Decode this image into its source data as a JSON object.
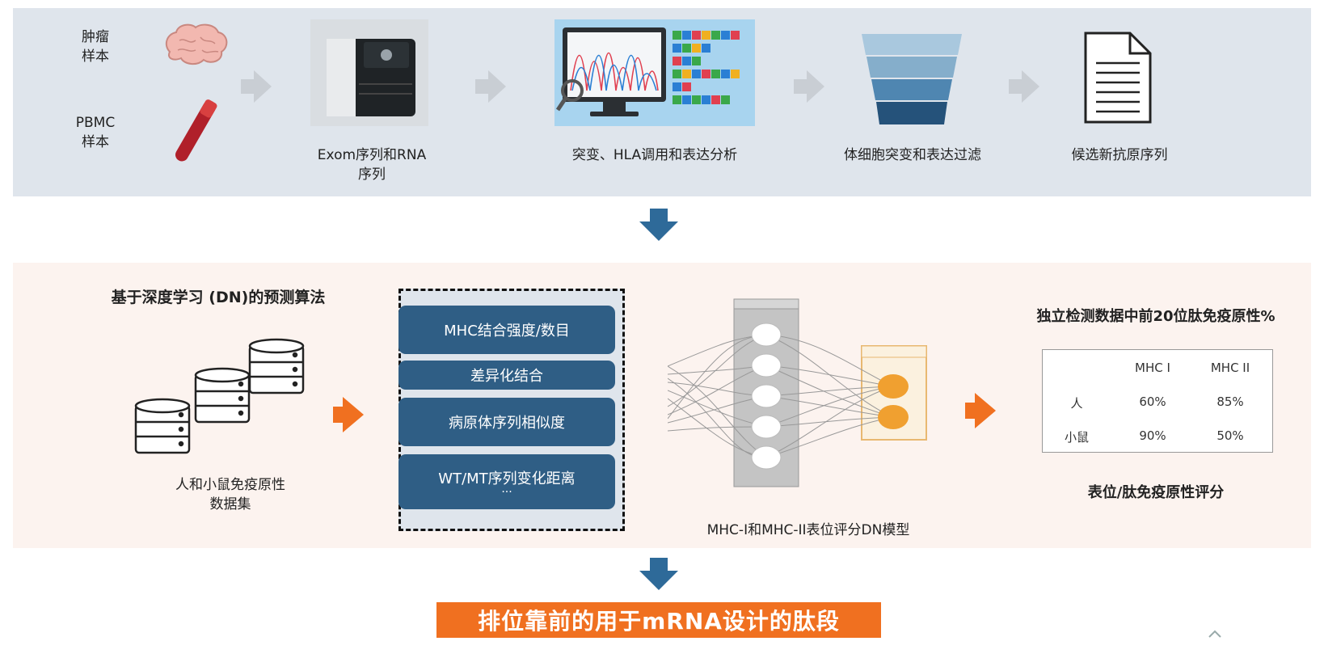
{
  "top_row": {
    "tumor_sample_label": "肿瘤\n样本",
    "pbmc_sample_label": "PBMC\n样本",
    "step_sequencing": "Exom序列和RNA\n序列",
    "step_analysis": "突变、HLA调用和表达分析",
    "step_filter": "体细胞突变和表达过滤",
    "step_candidates": "候选新抗原序列"
  },
  "middle_row": {
    "algorithm_title": "基于深度学习 (DN)的预测算法",
    "dataset_label": "人和小鼠免疫原性\n数据集",
    "features": [
      "MHC结合强度/数目",
      "差异化结合",
      "病原体序列相似度",
      "WT/MT序列变化距离"
    ],
    "features_more": "···",
    "model_label": "MHC-I和MHC-II表位评分DN模型",
    "table_title": "独立检测数据中前20位肽免疫原性%",
    "table_headers": [
      "MHC I",
      "MHC II"
    ],
    "table_rows": [
      {
        "label": "人",
        "mhc1": "60%",
        "mhc2": "85%"
      },
      {
        "label": "小鼠",
        "mhc1": "90%",
        "mhc2": "50%"
      }
    ],
    "score_label": "表位/肽免疫原性评分"
  },
  "bottom": {
    "result_label": "排位靠前的用于mRNA设计的肽段"
  },
  "colors": {
    "top_band": "#dfe5ec",
    "mid_band": "#fcf3ef",
    "feature_box": "#2f5e85",
    "orange_accent": "#f07020",
    "blue_arrow": "#2e6a99"
  }
}
